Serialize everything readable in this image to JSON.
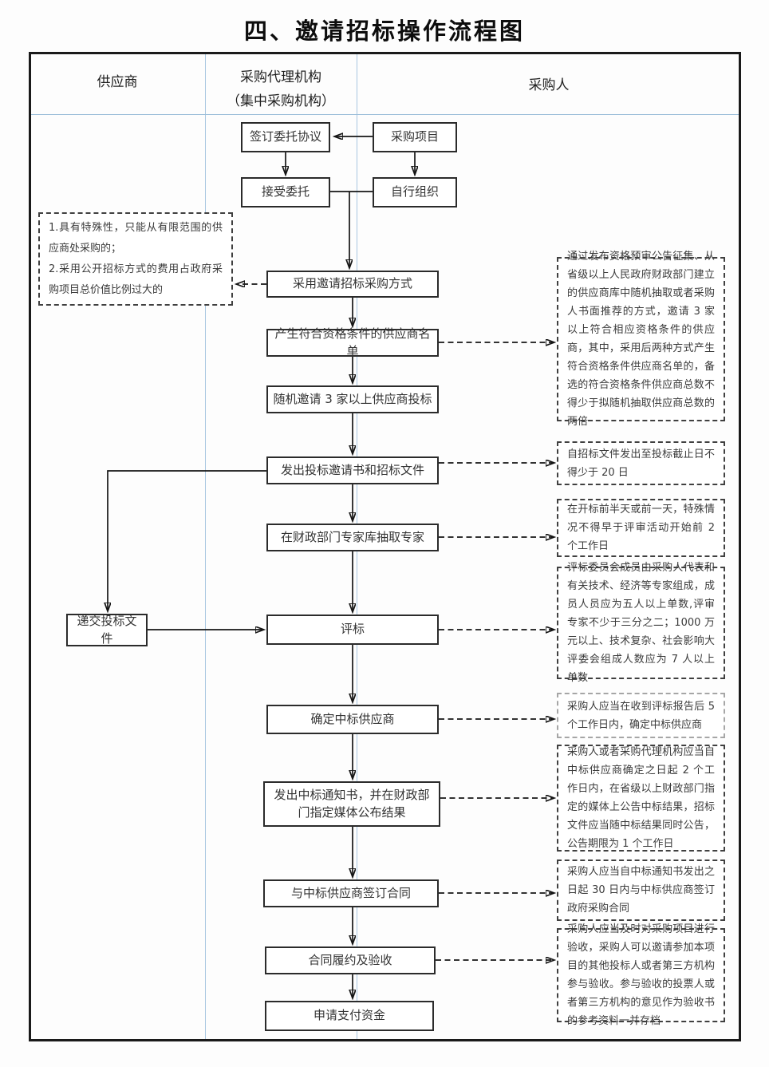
{
  "title": "四、邀请招标操作流程图",
  "columns": {
    "supplier": "供应商",
    "agency_line1": "采购代理机构",
    "agency_line2": "（集中采购机构）",
    "purchaser": "采购人"
  },
  "nodes": {
    "sign_agreement": "签订委托协议",
    "procurement_project": "采购项目",
    "accept_entrustment": "接受委托",
    "self_organize": "自行组织",
    "adopt_method": "采用邀请招标采购方式",
    "supplier_list": "产生符合资格条件的供应商名单",
    "random_invite": "随机邀请 3 家以上供应商投标",
    "issue_invitation": "发出投标邀请书和招标文件",
    "draw_experts": "在财政部门专家库抽取专家",
    "submit_bid": "递交投标文件",
    "evaluation": "评标",
    "determine_winner": "确定中标供应商",
    "issue_notice": "发出中标通知书，并在财政部门指定媒体公布结果",
    "sign_contract": "与中标供应商签订合同",
    "performance": "合同履约及验收",
    "apply_payment": "申请支付资金"
  },
  "notes": {
    "left_1": "1.具有特殊性，只能从有限范围的供应商处采购的；",
    "left_2": "2.采用公开招标方式的费用占政府采购项目总价值比例过大的",
    "qualification": "通过发布资格预审公告征集、从省级以上人民政府财政部门建立的供应商库中随机抽取或者采购人书面推荐的方式，邀请 3 家以上符合相应资格条件的供应商，其中，采用后两种方式产生符合资格条件供应商名单的，备选的符合资格条件供应商总数不得少于拟随机抽取供应商总数的两倍",
    "deadline": "自招标文件发出至投标截止日不得少于 20 日",
    "expert_timing": "在开标前半天或前一天，特殊情况不得早于评审活动开始前 2 个工作日",
    "committee": "评标委员会成员由采购人代表和有关技术、经济等专家组成，成员人员应为五人以上单数,评审专家不少于三分之二；1000 万元以上、技术复杂、社会影响大评委会组成人数应为 7 人以上单数",
    "winner": "采购人应当在收到评标报告后 5 个工作日内，确定中标供应商",
    "announce": "采购人或者采购代理机构应当自中标供应商确定之日起 2 个工作日内，在省级以上财政部门指定的媒体上公告中标结果，招标文件应当随中标结果同时公告，公告期限为 1 个工作日",
    "contract": "采购人应当自中标通知书发出之日起 30 日内与中标供应商签订政府采购合同",
    "acceptance": "采购人应当及时对采购项目进行验收，采购人可以邀请参加本项目的其他投标人或者第三方机构参与验收。参与验收的投票人或者第三方机构的意见作为验收书的参考资料一并存档"
  },
  "colors": {
    "column_line": "#a9c7e1",
    "frame_border": "#1a1a1a",
    "connector": "#151515"
  }
}
